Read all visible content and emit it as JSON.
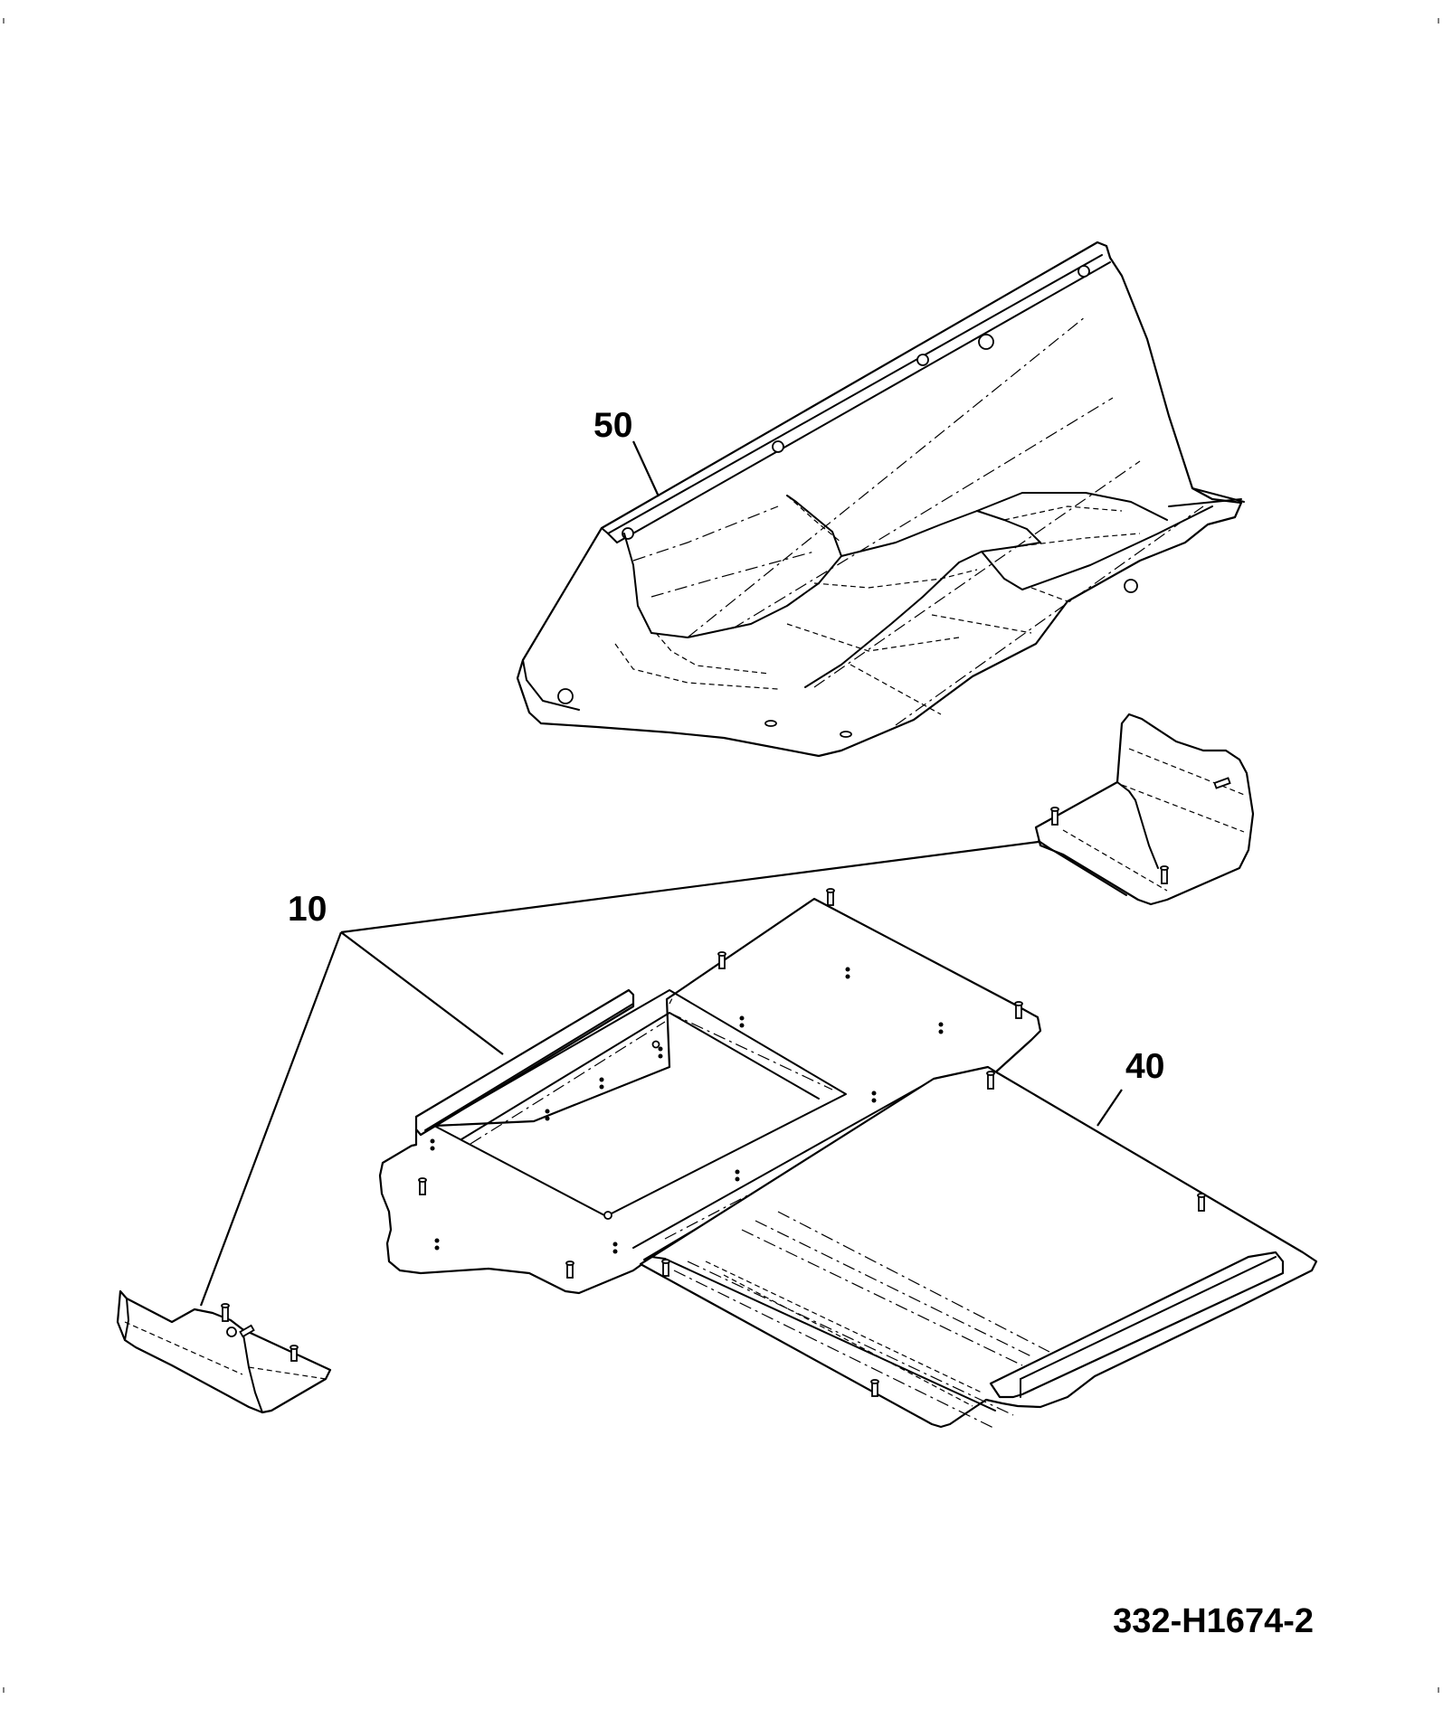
{
  "callouts": {
    "part_50": "50",
    "part_10": "10",
    "part_40": "40"
  },
  "drawing_number": "332-H1674-2",
  "colors": {
    "line": "#000000",
    "background": "#ffffff"
  }
}
